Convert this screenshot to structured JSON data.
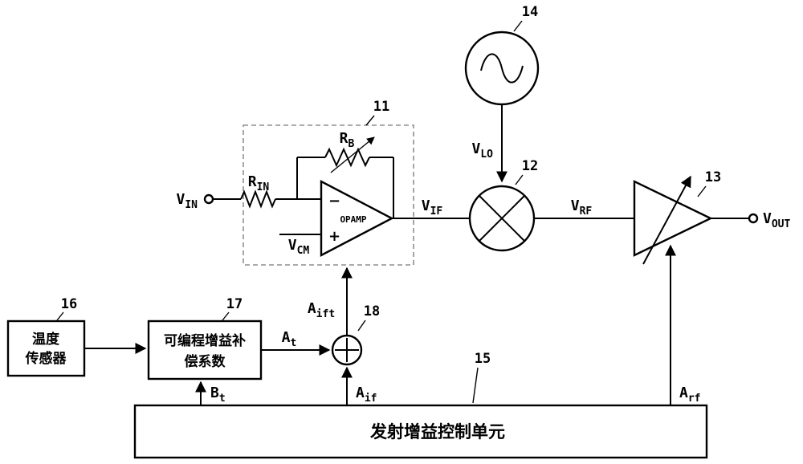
{
  "refs": {
    "oscillator": "14",
    "mixer": "12",
    "opamp_box": "11",
    "amplifier": "13",
    "control_unit": "15",
    "temp_sensor": "16",
    "pgc_block": "17",
    "summer": "18"
  },
  "signals": {
    "vin": {
      "base": "V",
      "sub": "IN"
    },
    "vlo": {
      "base": "V",
      "sub": "LO"
    },
    "vif": {
      "base": "V",
      "sub": "IF"
    },
    "vrf": {
      "base": "V",
      "sub": "RF"
    },
    "vout": {
      "base": "V",
      "sub": "OUT"
    },
    "vcm": {
      "base": "V",
      "sub": "CM"
    },
    "rin": {
      "base": "R",
      "sub": "IN"
    },
    "rb": {
      "base": "R",
      "sub": "B"
    },
    "at": {
      "base": "A",
      "sub": "t"
    },
    "aift": {
      "base": "A",
      "sub": "ift"
    },
    "aif": {
      "base": "A",
      "sub": "if"
    },
    "arf": {
      "base": "A",
      "sub": "rf"
    },
    "bt": {
      "base": "B",
      "sub": "t"
    }
  },
  "blocks": {
    "opamp_label": "OPAMP",
    "opamp_minus": "−",
    "opamp_plus": "+",
    "temp_sensor_line1": "温度",
    "temp_sensor_line2": "传感器",
    "pgc_line1": "可编程增益补",
    "pgc_line2": "偿系数",
    "control_unit_label": "发射增益控制单元"
  },
  "colors": {
    "line": "#000000",
    "dashed_box": "#8f8f8f",
    "background": "#ffffff"
  }
}
